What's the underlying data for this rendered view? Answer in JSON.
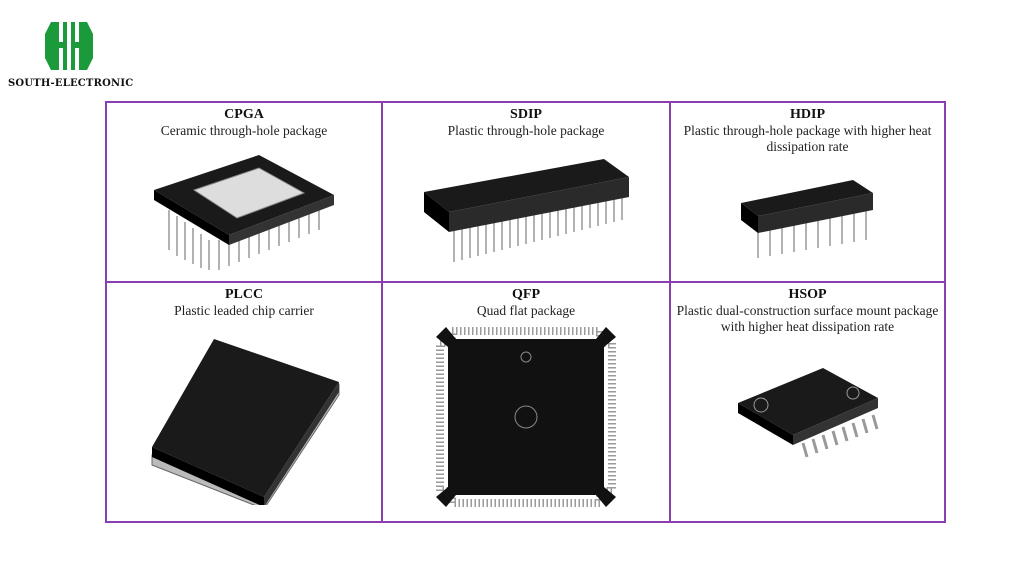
{
  "brand": {
    "name": "SOUTH-ELECTRONIC",
    "color": "#1a9a3a"
  },
  "border_color": "#8a3fb0",
  "packages": [
    {
      "title": "CPGA",
      "desc": "Ceramic through-hole package"
    },
    {
      "title": "SDIP",
      "desc": "Plastic through-hole package"
    },
    {
      "title": "HDIP",
      "desc": "Plastic through-hole package with higher heat dissipation rate"
    },
    {
      "title": "PLCC",
      "desc": "Plastic leaded chip carrier"
    },
    {
      "title": "QFP",
      "desc": "Quad flat package"
    },
    {
      "title": "HSOP",
      "desc": "Plastic dual-construction surface mount package with higher heat dissipation rate"
    }
  ]
}
